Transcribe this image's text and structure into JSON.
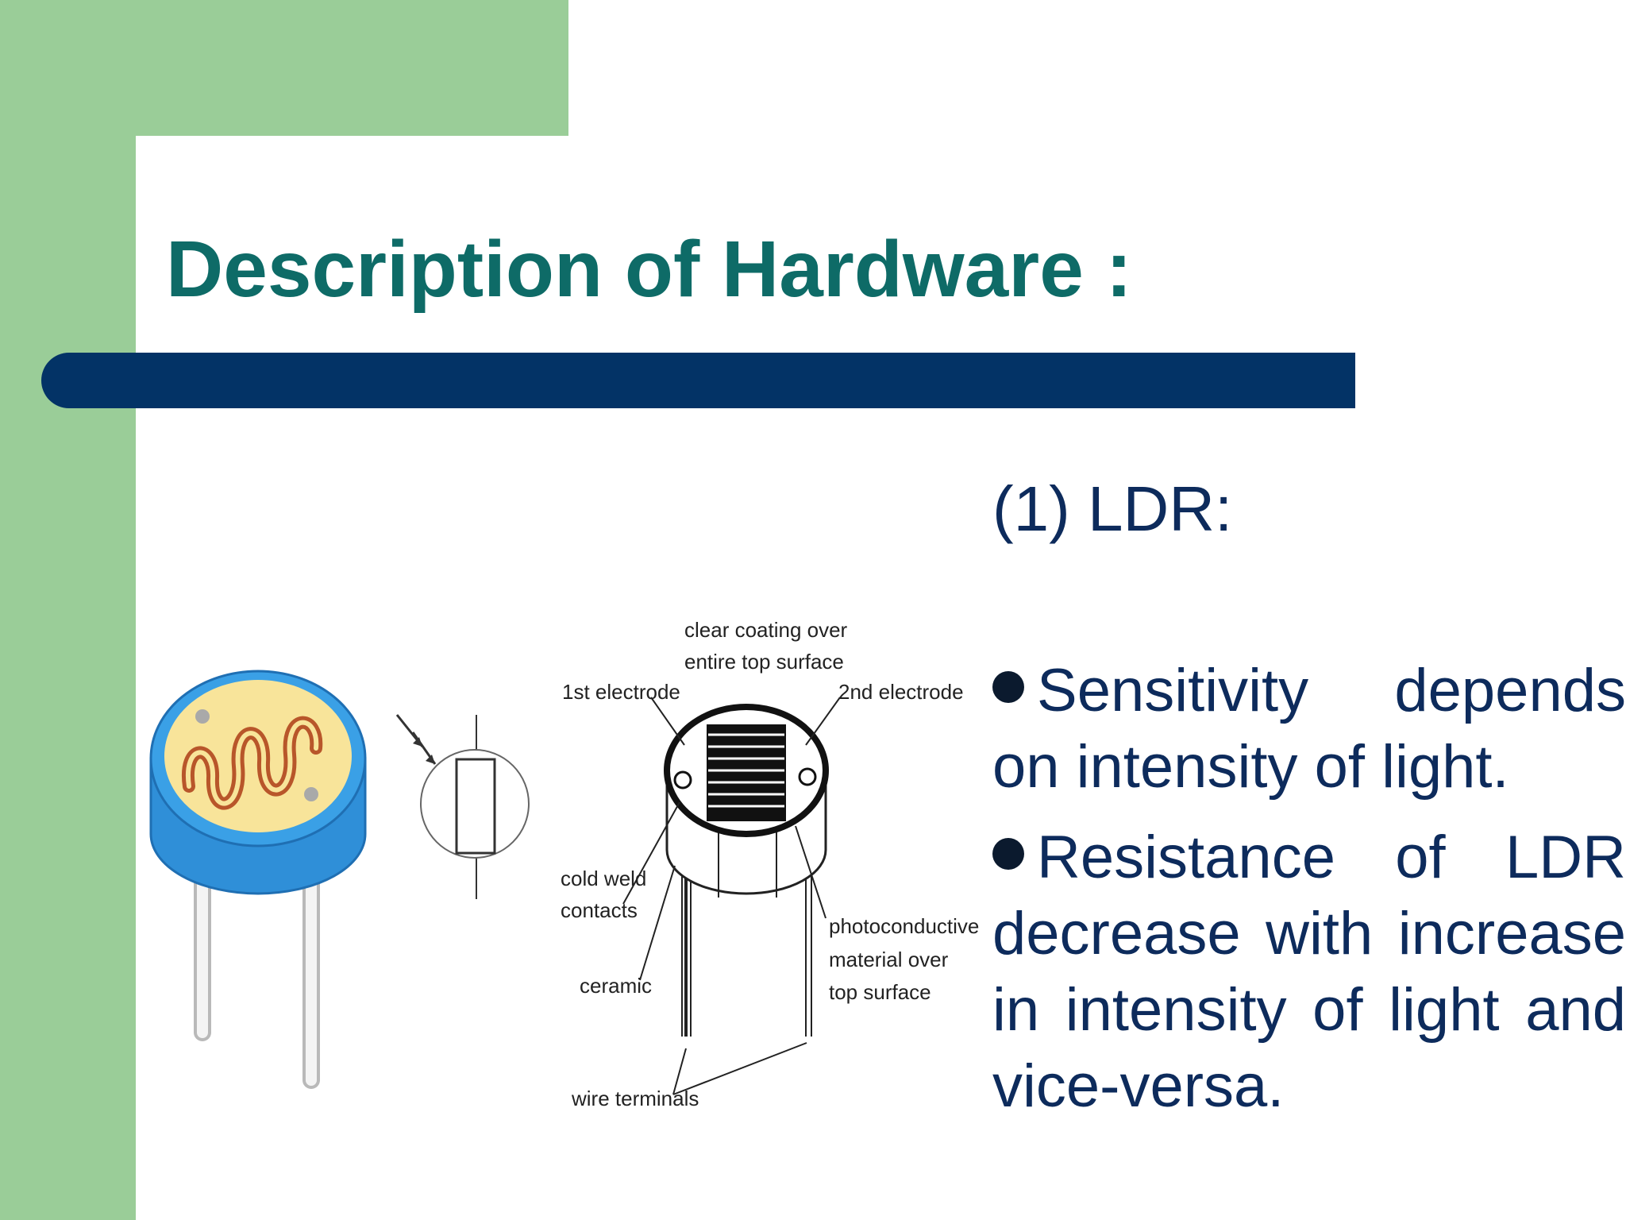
{
  "slide": {
    "title": "Description of Hardware :",
    "subheading": "(1) LDR:",
    "bullets": [
      "Sensitivity depends on intensity of light.",
      "Resistance of LDR decrease with increase in intensity of light and vice-versa."
    ]
  },
  "diagram": {
    "labels": {
      "clear_coating_line1": "clear coating over",
      "clear_coating_line2": "entire top surface",
      "first_electrode": "1st electrode",
      "second_electrode": "2nd electrode",
      "cold_weld_line1": "cold weld",
      "cold_weld_line2": "contacts",
      "ceramic": "ceramic",
      "photoconductive_line1": "photoconductive",
      "photoconductive_line2": "material over",
      "photoconductive_line3": "top surface",
      "wire_terminals": "wire terminals"
    }
  },
  "colors": {
    "green_accent": "#9acd98",
    "title_color": "#0e6b67",
    "bar_color": "#033366",
    "body_text": "#0d2b5c",
    "ldr_body_blue": "#2f8fd8",
    "ldr_face_cream": "#f8e49a",
    "ldr_track_brown": "#b8562a"
  }
}
